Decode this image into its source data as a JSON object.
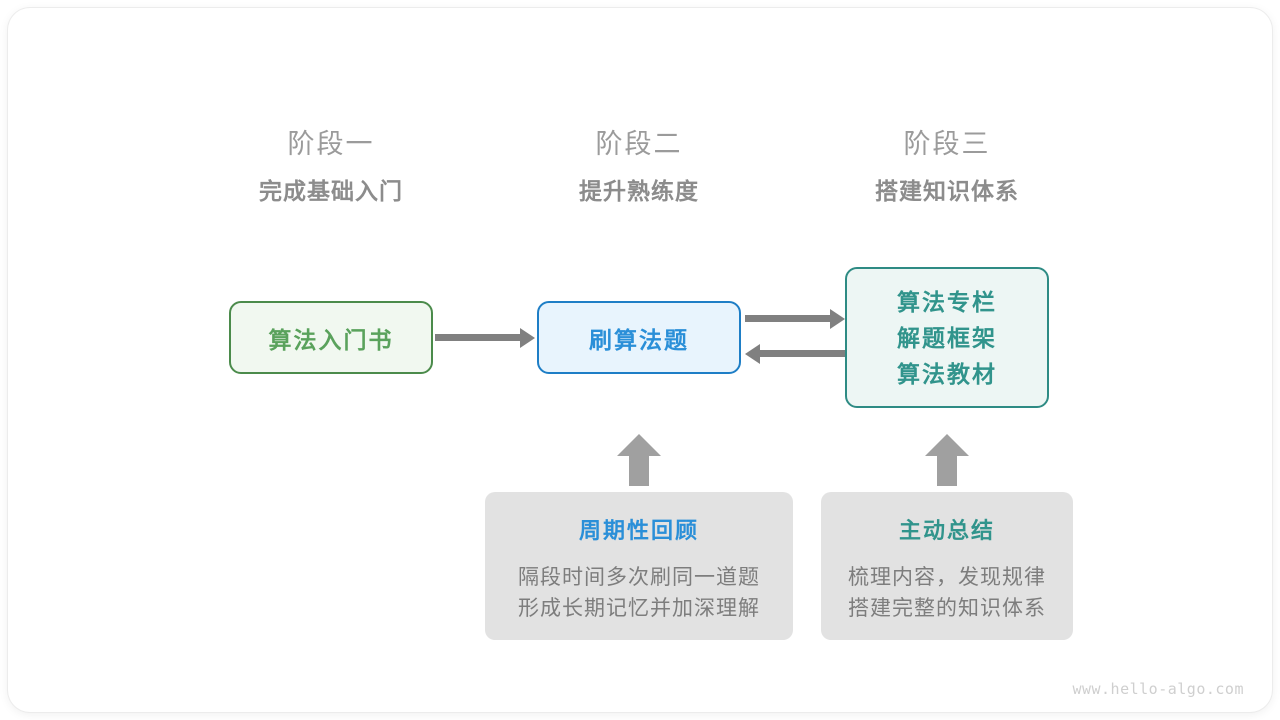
{
  "diagram": {
    "phases": [
      {
        "num": "阶段一",
        "title": "完成基础入门"
      },
      {
        "num": "阶段二",
        "title": "提升熟练度"
      },
      {
        "num": "阶段三",
        "title": "搭建知识体系"
      }
    ],
    "boxes": {
      "book": {
        "label": "算法入门书",
        "border_color": "#4b8b4b",
        "fill_color": "#f1f8f0",
        "text_color": "#5aa25c"
      },
      "practice": {
        "label": "刷算法题",
        "border_color": "#1e7ec6",
        "fill_color": "#e8f4fd",
        "text_color": "#2a8fd8"
      },
      "resources": {
        "lines": [
          "算法专栏",
          "解题框架",
          "算法教材"
        ],
        "border_color": "#2e8b84",
        "fill_color": "#edf6f4",
        "text_color": "#31948c"
      }
    },
    "arrows": [
      {
        "name": "book-to-practice",
        "direction": "right",
        "color": "#808080"
      },
      {
        "name": "practice-to-resources",
        "direction": "right",
        "color": "#808080"
      },
      {
        "name": "resources-to-practice",
        "direction": "left",
        "color": "#808080"
      },
      {
        "name": "review-up",
        "direction": "up",
        "color": "#a0a0a0"
      },
      {
        "name": "summary-up",
        "direction": "up",
        "color": "#a0a0a0"
      }
    ],
    "notes": [
      {
        "title": "周期性回顾",
        "title_color": "#2a8fd8",
        "line1": "隔段时间多次刷同一道题",
        "line2": "形成长期记忆并加深理解",
        "bg_color": "#e2e2e2"
      },
      {
        "title": "主动总结",
        "title_color": "#31948c",
        "line1": "梳理内容，发现规律",
        "line2": "搭建完整的知识体系",
        "bg_color": "#e2e2e2"
      }
    ],
    "watermark": "www.hello-algo.com"
  }
}
